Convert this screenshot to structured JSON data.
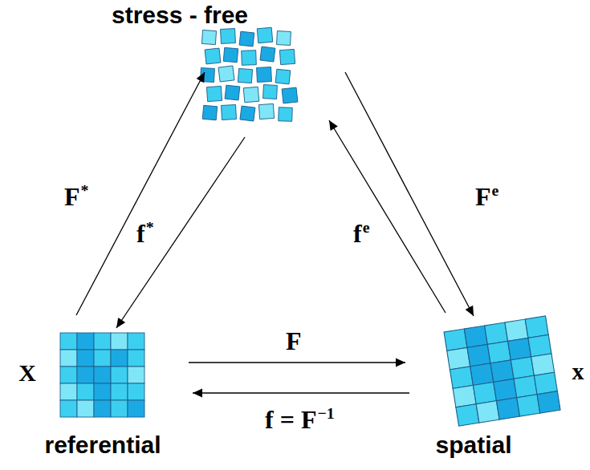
{
  "diagram": {
    "nodes": [
      {
        "text": [
          "stress - free"
        ]
      },
      {
        "text": [
          "X",
          "referential"
        ]
      },
      {
        "text": [
          "x",
          "spatial"
        ]
      }
    ],
    "edges": [
      {
        "from": 1,
        "to": 0,
        "label": "F*",
        "arrow": "to"
      },
      {
        "from": 0,
        "to": 1,
        "label": "f*",
        "arrow": "to"
      },
      {
        "from": 0,
        "to": 2,
        "label": "Fe",
        "arrow": "to"
      },
      {
        "from": 2,
        "to": 0,
        "label": "fe",
        "arrow": "to"
      },
      {
        "from": 1,
        "to": 2,
        "label": "F",
        "arrow": "to"
      },
      {
        "from": 2,
        "to": 1,
        "label": "f = F−1",
        "arrow": "to"
      }
    ]
  }
}
